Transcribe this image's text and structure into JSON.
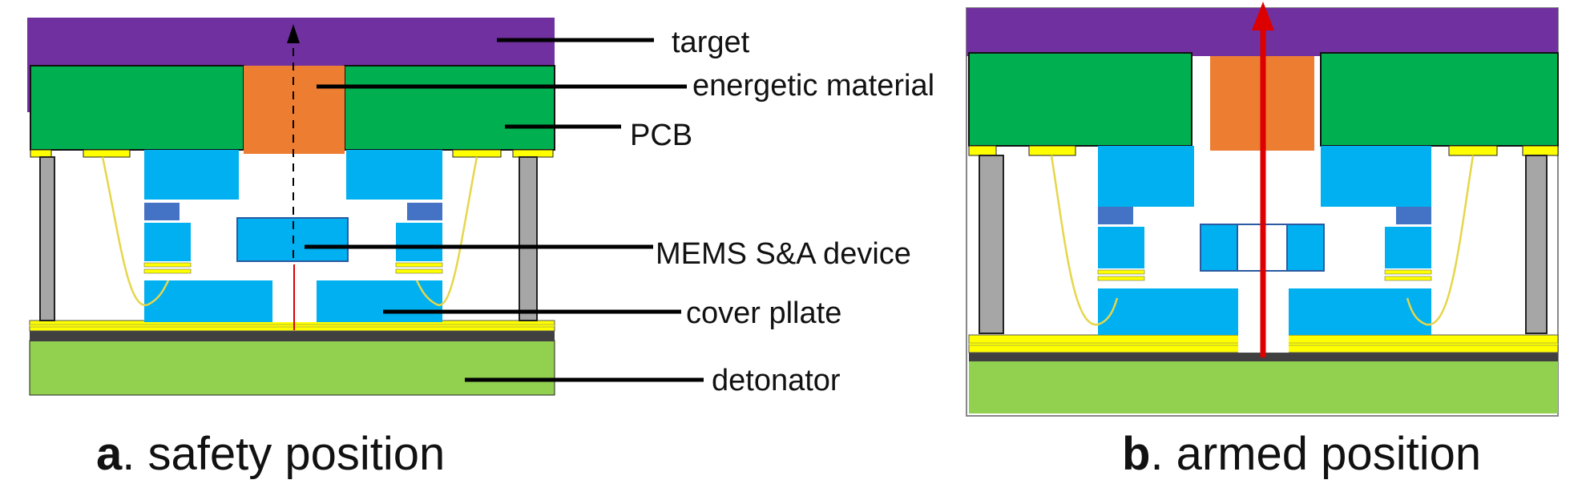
{
  "labels": {
    "target": "target",
    "energetic_material": "energetic material",
    "pcb": "PCB",
    "mems": "MEMS S&A device",
    "cover_plate": "cover pllate",
    "detonator": "detonator"
  },
  "captions": {
    "a_letter": "a",
    "a_text": ". safety position",
    "b_letter": "b",
    "b_text": ". armed position"
  },
  "colors": {
    "target": "#7030a0",
    "pcb": "#00b050",
    "energetic": "#ed7d31",
    "mems": "#00b0f0",
    "mems_dark": "#4472c4",
    "detonator": "#92d050",
    "pillar": "#a6a6a6",
    "solder": "#ffff00",
    "cover_line": "#404040",
    "wire": "#e6d64a",
    "arrow": "#dd0000"
  }
}
